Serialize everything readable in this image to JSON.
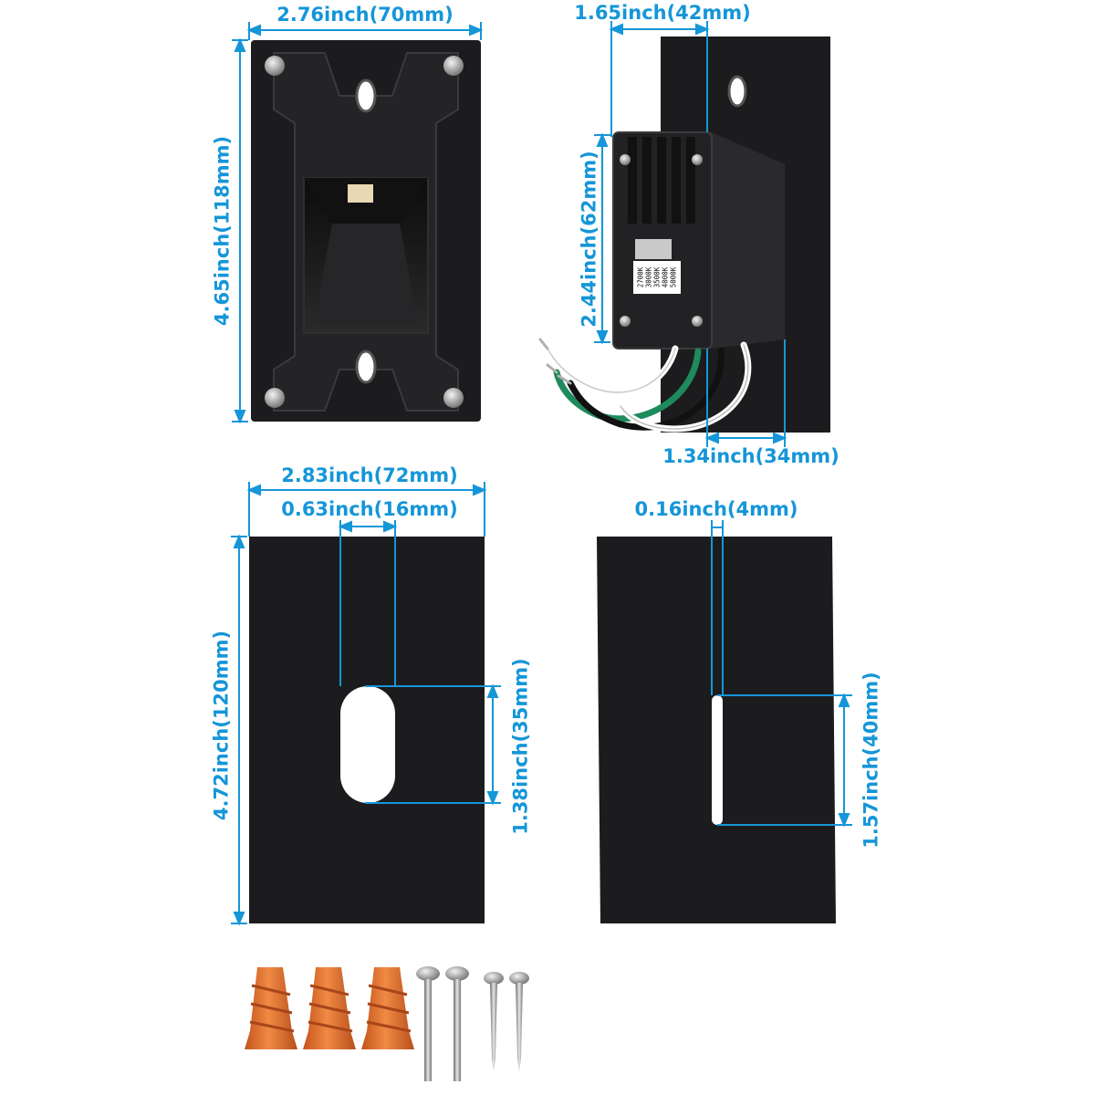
{
  "dimensions": {
    "fixture_front_width": "2.76inch(70mm)",
    "fixture_front_height": "4.65inch(118mm)",
    "fixture_side_depth": "1.65inch(42mm)",
    "fixture_box_height": "2.44inch(62mm)",
    "fixture_box_width": "1.34inch(34mm)",
    "plate_slot_width": "2.83inch(72mm)",
    "plate_slot_hole_width": "0.63inch(16mm)",
    "plate_slot_height": "4.72inch(120mm)",
    "plate_slot_hole_height": "1.38inch(35mm)",
    "plate_slit_width": "0.16inch(4mm)",
    "plate_slit_height": "1.57inch(40mm)"
  },
  "cct_switch": {
    "options": [
      "2700K",
      "3000K",
      "3500K",
      "4000K",
      "5000K"
    ]
  },
  "colors": {
    "dimension_blue": "#1596d8",
    "body_black": "#1c1c1e",
    "wire_nut_orange": "#e8722a",
    "wire_green": "#1f8a5c"
  },
  "accessories": {
    "wire_nuts": 3,
    "machine_screws": 2,
    "wood_screws": 2
  }
}
